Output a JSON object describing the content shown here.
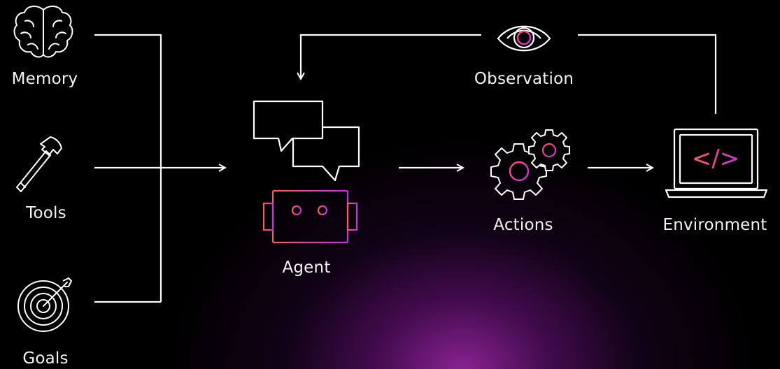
{
  "inputs": {
    "memory_label": "Memory",
    "tools_label": "Tools",
    "goals_label": "Goals"
  },
  "nodes": {
    "agent_label": "Agent",
    "actions_label": "Actions",
    "environment_label": "Environment",
    "observation_label": "Observation"
  },
  "code_glyph": "</>",
  "colors": {
    "background": "#000000",
    "line": "#ffffff",
    "accent_pink": "#e0409a",
    "accent_magenta": "#c433e0",
    "accent_orange": "#ff5a5f"
  },
  "icons": [
    "brain-icon",
    "hammer-icon",
    "target-icon",
    "chat-bubbles-icon",
    "robot-icon",
    "gears-icon",
    "laptop-code-icon",
    "eye-icon"
  ]
}
